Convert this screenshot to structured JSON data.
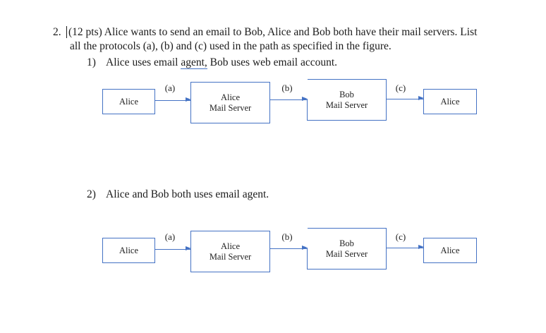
{
  "accent_color": "#4472C4",
  "question": {
    "number": "2.",
    "line1": "(12 pts) Alice wants to send an email to Bob, Alice and Bob both have their mail servers. List",
    "line2": "all the protocols (a), (b) and (c) used in the path as specified in the figure."
  },
  "items": [
    {
      "number": "1)",
      "text_before": "Alice uses email ",
      "underlined": "agent,",
      "text_after": " Bob uses web email account."
    },
    {
      "number": "2)",
      "text": "Alice and Bob both uses email agent."
    }
  ],
  "diagrams": [
    {
      "nodes": [
        {
          "label": "Alice"
        },
        {
          "label": "Alice",
          "label2": "Mail Server"
        },
        {
          "label": "Bob",
          "label2": "Mail Server"
        },
        {
          "label": "Alice"
        }
      ],
      "arrow_labels": [
        "(a)",
        "(b)",
        "(c)"
      ]
    },
    {
      "nodes": [
        {
          "label": "Alice"
        },
        {
          "label": "Alice",
          "label2": "Mail Server"
        },
        {
          "label": "Bob",
          "label2": "Mail Server"
        },
        {
          "label": "Alice"
        }
      ],
      "arrow_labels": [
        "(a)",
        "(b)",
        "(c)"
      ]
    }
  ]
}
